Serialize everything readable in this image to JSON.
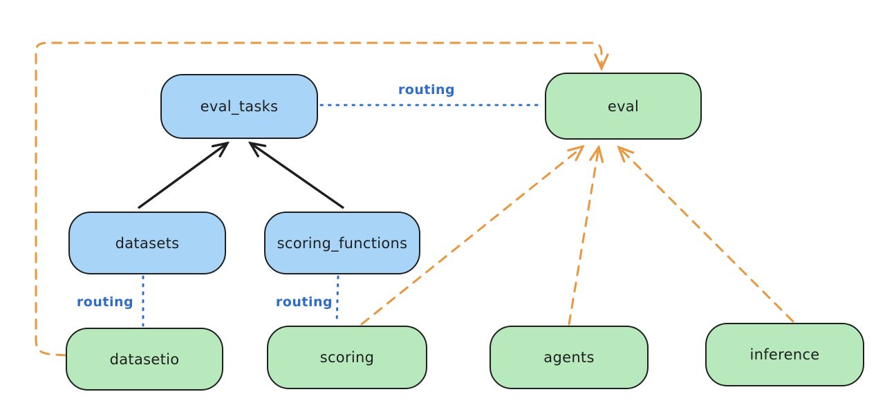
{
  "diagram": {
    "background": "#ffffff",
    "nodes": {
      "eval_tasks": {
        "label": "eval_tasks",
        "fill": "#a8d5f7"
      },
      "eval": {
        "label": "eval",
        "fill": "#b7e9bc"
      },
      "datasets": {
        "label": "datasets",
        "fill": "#a8d5f7"
      },
      "scoring_functions": {
        "label": "scoring_functions",
        "fill": "#a8d5f7"
      },
      "datasetio": {
        "label": "datasetio",
        "fill": "#b7e9bc"
      },
      "scoring": {
        "label": "scoring",
        "fill": "#b7e9bc"
      },
      "agents": {
        "label": "agents",
        "fill": "#b7e9bc"
      },
      "inference": {
        "label": "inference",
        "fill": "#b7e9bc"
      }
    },
    "edge_labels": {
      "eval_tasks_eval": "routing",
      "datasets_datasetio": "routing",
      "scoring_functions_scoring": "routing"
    },
    "edges": [
      {
        "from": "datasets",
        "to": "eval_tasks",
        "style": "solid",
        "color": "#1e1e1e",
        "arrow": true
      },
      {
        "from": "scoring_functions",
        "to": "eval_tasks",
        "style": "solid",
        "color": "#1e1e1e",
        "arrow": true
      },
      {
        "from": "eval_tasks",
        "to": "eval",
        "style": "dotted",
        "color": "#2f6cc8",
        "arrow": false,
        "label": "routing"
      },
      {
        "from": "datasets",
        "to": "datasetio",
        "style": "dotted",
        "color": "#2f6cc8",
        "arrow": false,
        "label": "routing"
      },
      {
        "from": "scoring_functions",
        "to": "scoring",
        "style": "dotted",
        "color": "#2f6cc8",
        "arrow": false,
        "label": "routing"
      },
      {
        "from": "datasetio",
        "to": "eval",
        "style": "dashed",
        "color": "#e9973f",
        "arrow": true
      },
      {
        "from": "scoring",
        "to": "eval",
        "style": "dashed",
        "color": "#e9973f",
        "arrow": true
      },
      {
        "from": "agents",
        "to": "eval",
        "style": "dashed",
        "color": "#e9973f",
        "arrow": true
      },
      {
        "from": "inference",
        "to": "eval",
        "style": "dashed",
        "color": "#e9973f",
        "arrow": true
      }
    ],
    "colors": {
      "node_stroke": "#1e1e1e",
      "blue_fill": "#a8d5f7",
      "green_fill": "#b7e9bc",
      "routing_blue": "#2f6cc8",
      "orange": "#e9973f",
      "black_arrow": "#1e1e1e",
      "background": "#ffffff"
    }
  }
}
